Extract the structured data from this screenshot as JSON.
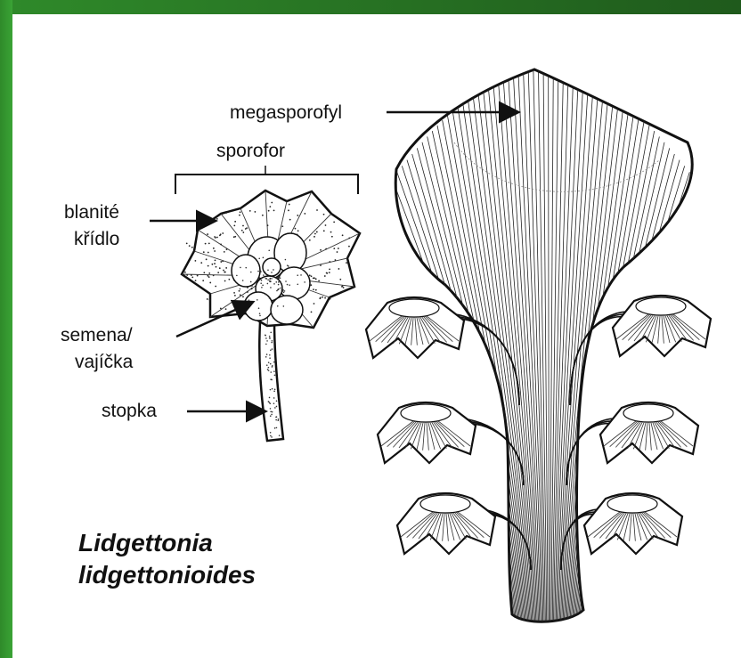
{
  "labels": {
    "megasporophyll": "megasporofyl",
    "sporophore": "sporofor",
    "wing_line1": "blanité",
    "wing_line2": "křídlo",
    "seeds_line1": "semena/",
    "seeds_line2": "vajíčka",
    "stalk": "stopka"
  },
  "species": {
    "line1": "Lidgettonia",
    "line2": "lidgettonioides"
  },
  "colors": {
    "frame": "#2f8a2a",
    "ink": "#111111",
    "paper": "#ffffff"
  }
}
